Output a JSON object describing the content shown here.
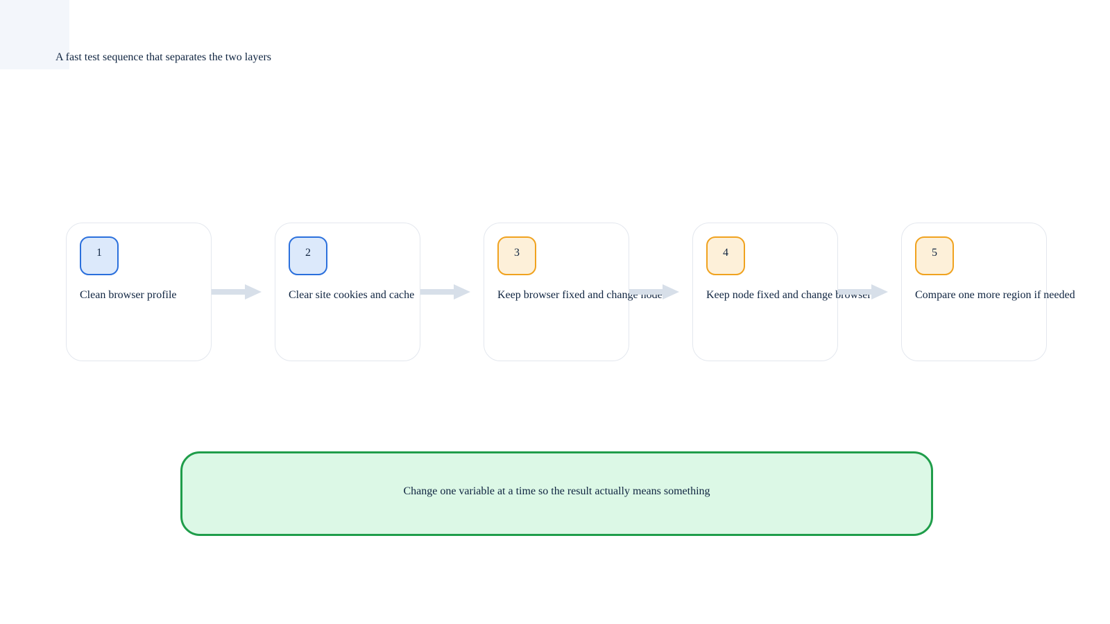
{
  "title": "A fast test sequence that separates the two layers",
  "steps": [
    {
      "number": "1",
      "label": "Clean browser profile",
      "tone": "blue"
    },
    {
      "number": "2",
      "label": "Clear site cookies and cache",
      "tone": "blue"
    },
    {
      "number": "3",
      "label": "Keep browser fixed and change node",
      "tone": "orange"
    },
    {
      "number": "4",
      "label": "Keep node fixed and change browser",
      "tone": "orange"
    },
    {
      "number": "5",
      "label": "Compare one more region if needed",
      "tone": "orange"
    }
  ],
  "summary": "Change one variable at a time so the result actually means something",
  "colors": {
    "blue_fill": "#dce9fb",
    "blue_border": "#2a6fdc",
    "orange_fill": "#fdf0d9",
    "orange_border": "#f0a21e",
    "summary_fill": "#dcf8e6",
    "summary_border": "#1f9d4a",
    "arrow": "#d7dfe9"
  }
}
